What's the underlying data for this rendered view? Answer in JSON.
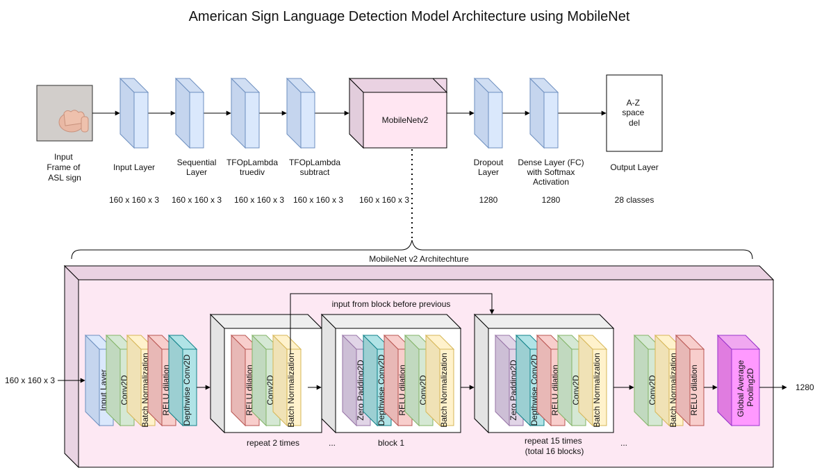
{
  "title": "American Sign Language Detection Model Architecture using MobileNet",
  "top_pipeline": {
    "input_lines": [
      "Input",
      "Frame of",
      "ASL sign"
    ],
    "stages": [
      {
        "label_lines": [
          "Input Layer"
        ],
        "shape": "160 x 160 x 3",
        "color": "#dae8fc"
      },
      {
        "label_lines": [
          "Sequential",
          "Layer"
        ],
        "shape": "160 x 160 x 3",
        "color": "#dae8fc"
      },
      {
        "label_lines": [
          "TFOpLambda",
          "truediv"
        ],
        "shape": "160 x 160 x 3",
        "color": "#dae8fc"
      },
      {
        "label_lines": [
          "TFOpLambda",
          "subtract"
        ],
        "shape": "160 x 160 x 3",
        "color": "#dae8fc"
      },
      {
        "label": "MobileNetv2",
        "shape": "160 x 160 x 3",
        "color": "#ffe6f2"
      },
      {
        "label_lines": [
          "Dropout",
          "Layer"
        ],
        "shape": "1280",
        "color": "#dae8fc"
      },
      {
        "label_lines": [
          "Dense Layer (FC)",
          "with Softmax",
          "Activation"
        ],
        "shape": "1280",
        "color": "#dae8fc"
      }
    ],
    "output": {
      "box_lines": [
        "A-Z",
        "space",
        "del"
      ],
      "label": "Output Layer",
      "shape": "28 classes"
    }
  },
  "mobilenet": {
    "brace_label": "MobileNet v2 Architechture",
    "input_shape": "160 x 160 x 3",
    "output_shape": "1280",
    "skip_label": "input from block before previous",
    "first_group": [
      "Input Layer",
      "Conv2D",
      "Batch Normalization",
      "RELU dilation",
      "Depthwise Conv2D"
    ],
    "repeat_block": {
      "layers": [
        "RELU dilation",
        "Conv2D",
        "Batch Normalization"
      ],
      "caption": "repeat 2 times"
    },
    "block1": {
      "layers": [
        "Zero Padding2D",
        "Depthwise Conv2D",
        "RELU dilation",
        "Conv2D",
        "Batch Normalization"
      ],
      "caption": "block 1"
    },
    "block15": {
      "layers": [
        "Zero Padding2D",
        "Depthwise Conv2D",
        "RELU dilation",
        "Conv2D",
        "Batch Normalization"
      ],
      "caption_lines": [
        "repeat 15 times",
        "(total 16 blocks)"
      ]
    },
    "final_group": [
      "Conv2D",
      "Batch Normalization",
      "RELU dilation"
    ],
    "pooling": [
      "Global Average",
      "Pooling2D"
    ],
    "ellipsis": "..."
  },
  "colors": {
    "blue_front": "#dae8fc",
    "blue_side": "#c5d5ee",
    "blue_stroke": "#6c8ebf",
    "green_front": "#d5e8d4",
    "green_side": "#c1d9bf",
    "green_stroke": "#82b366",
    "yellow_front": "#fff2cc",
    "yellow_side": "#f0e2b6",
    "yellow_stroke": "#d6b656",
    "red_front": "#f8cecc",
    "red_side": "#e8b8b6",
    "red_stroke": "#b85450",
    "teal_front": "#b0e3e6",
    "teal_side": "#9ccfd2",
    "teal_stroke": "#0e8088",
    "purple_front": "#e1d5e7",
    "purple_side": "#cdbfd6",
    "purple_stroke": "#9673a6",
    "magenta_front": "#ff99ff",
    "magenta_side": "#e07ce0",
    "magenta_stroke": "#9933cc",
    "pink_panel": "#fde8f3",
    "pink_panel_side": "#e9d4e3"
  }
}
